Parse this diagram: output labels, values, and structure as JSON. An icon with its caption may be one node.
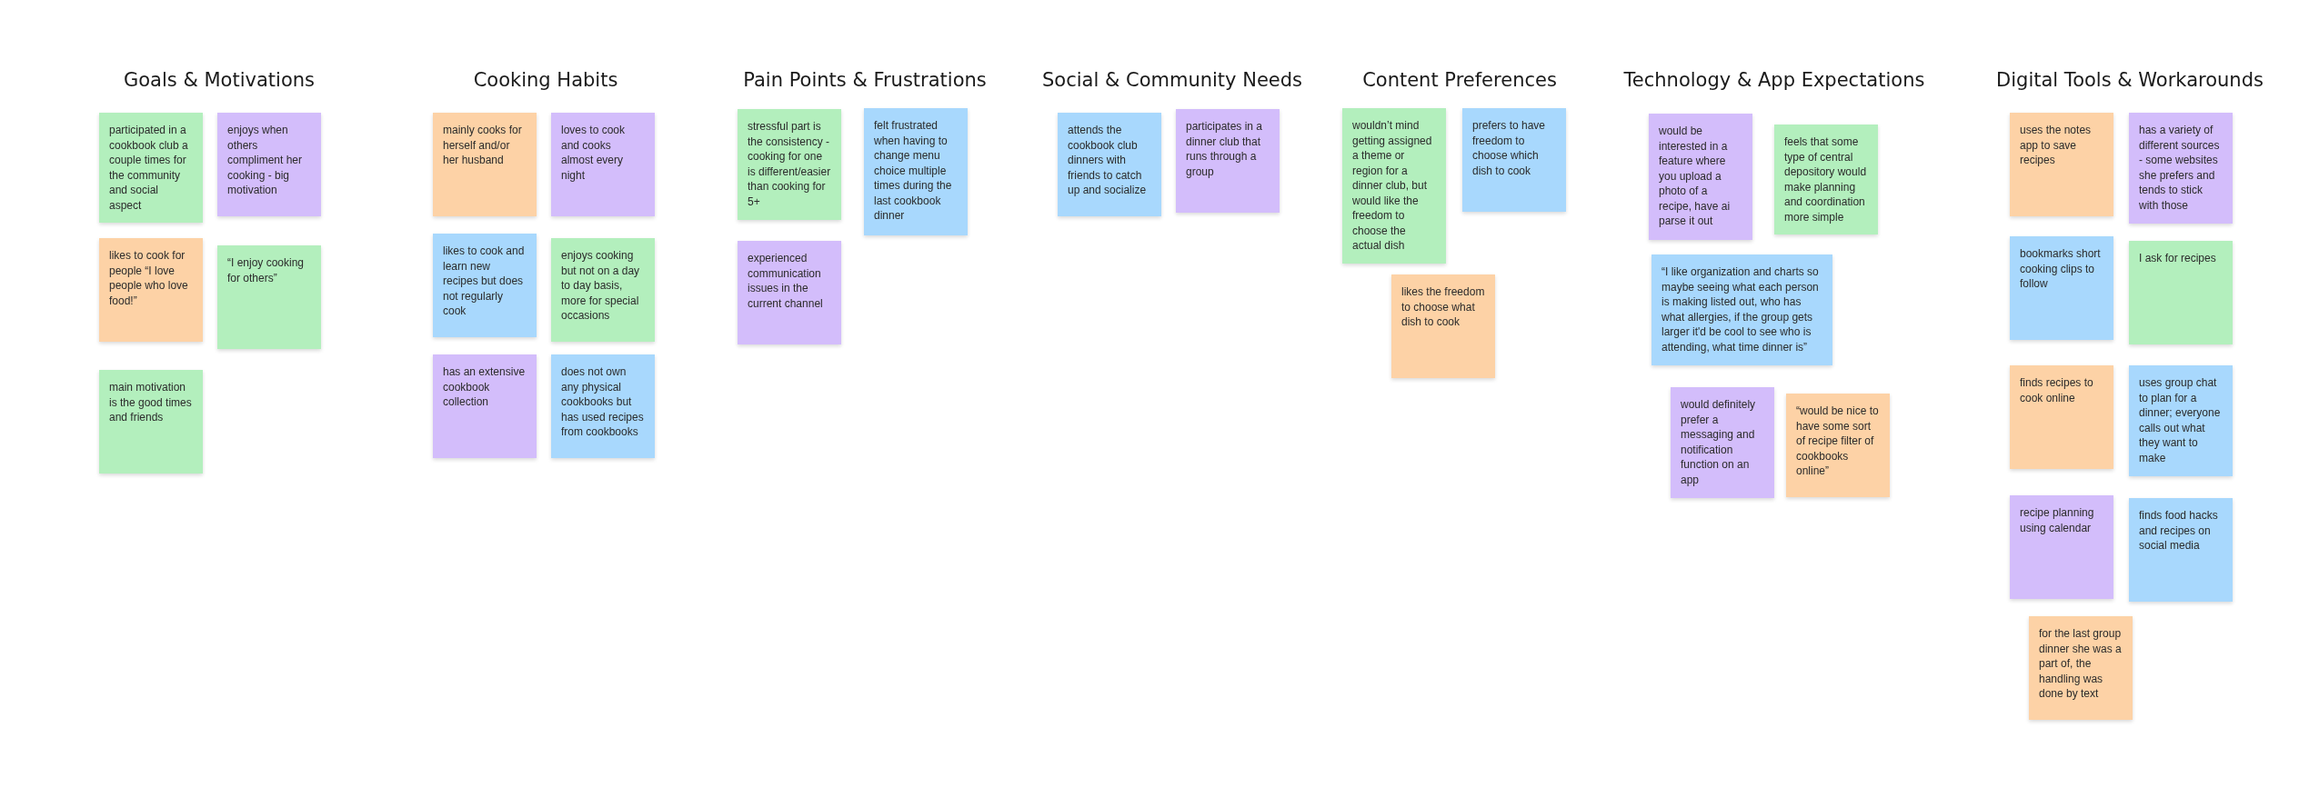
{
  "diagram": {
    "nodes": [
      {
        "text": [
          "participated in a cookbook club a couple times for the community and social aspect"
        ]
      },
      {
        "text": [
          "enjoys when others compliment her cooking - big motivation"
        ]
      },
      {
        "text": [
          "likes to cook for people “I love people who love food!”"
        ]
      },
      {
        "text": [
          "“I enjoy cooking for others”"
        ]
      },
      {
        "text": [
          "main motivation is the good times and friends"
        ]
      },
      {
        "text": [
          "mainly cooks for herself and/or her husband"
        ]
      },
      {
        "text": [
          "loves to cook and cooks almost every night"
        ]
      },
      {
        "text": [
          "likes to cook and learn new recipes but does not regularly cook"
        ]
      },
      {
        "text": [
          "enjoys cooking but not on a day to day basis, more for special occasions"
        ]
      },
      {
        "text": [
          "has an extensive cookbook collection"
        ]
      },
      {
        "text": [
          "does not own any physical cookbooks but has used recipes from cookbooks"
        ]
      },
      {
        "text": [
          "stressful part is the consistency - cooking for one is different/easier than cooking for 5+"
        ]
      },
      {
        "text": [
          "felt frustrated when having to change menu choice multiple times during the last cookbook dinner"
        ]
      },
      {
        "text": [
          "experienced communication issues in the current channel"
        ]
      },
      {
        "text": [
          "attends the cookbook club dinners with friends to catch up and socialize"
        ]
      },
      {
        "text": [
          "participates in a dinner club that runs through a group"
        ]
      },
      {
        "text": [
          "wouldn’t mind getting assigned a theme or region for a dinner club, but would like the freedom to choose the actual dish"
        ]
      },
      {
        "text": [
          "prefers to have freedom to choose which dish to cook"
        ]
      },
      {
        "text": [
          "likes the freedom to choose what dish to cook"
        ]
      },
      {
        "text": [
          "would be interested in a feature where you upload a photo of a recipe, have ai parse it out"
        ]
      },
      {
        "text": [
          "feels that some type of central depository would make planning and coordination more simple"
        ]
      },
      {
        "text": [
          "“I like organization and charts so maybe seeing what each person is making listed out, who has what allergies, if the group gets larger it'd be cool to see who is attending, what time dinner is”"
        ]
      },
      {
        "text": [
          "would definitely prefer a messaging and notification function on an app"
        ]
      },
      {
        "text": [
          "“would be nice to have some sort of recipe filter of cookbooks online”"
        ]
      },
      {
        "text": [
          "uses the notes app to save recipes"
        ]
      },
      {
        "text": [
          "has a variety of different sources - some websites she prefers and tends to stick with those"
        ]
      },
      {
        "text": [
          "bookmarks short cooking clips to follow"
        ]
      },
      {
        "text": [
          "I ask for recipes"
        ]
      },
      {
        "text": [
          "finds recipes to cook online"
        ]
      },
      {
        "text": [
          "uses group chat to plan for a dinner; everyone calls out what they want to make"
        ]
      },
      {
        "text": [
          "recipe planning using calendar"
        ]
      },
      {
        "text": [
          "finds food hacks and recipes on social media"
        ]
      },
      {
        "text": [
          "for the last group dinner she was a part of, the handling was done by text"
        ]
      }
    ],
    "labels": [
      "Goals & Motivations",
      "Cooking Habits",
      "Pain Points & Frustrations",
      "Social & Community Needs",
      "Content Preferences",
      "Technology & App Expectations",
      "Digital Tools & Workarounds"
    ]
  }
}
